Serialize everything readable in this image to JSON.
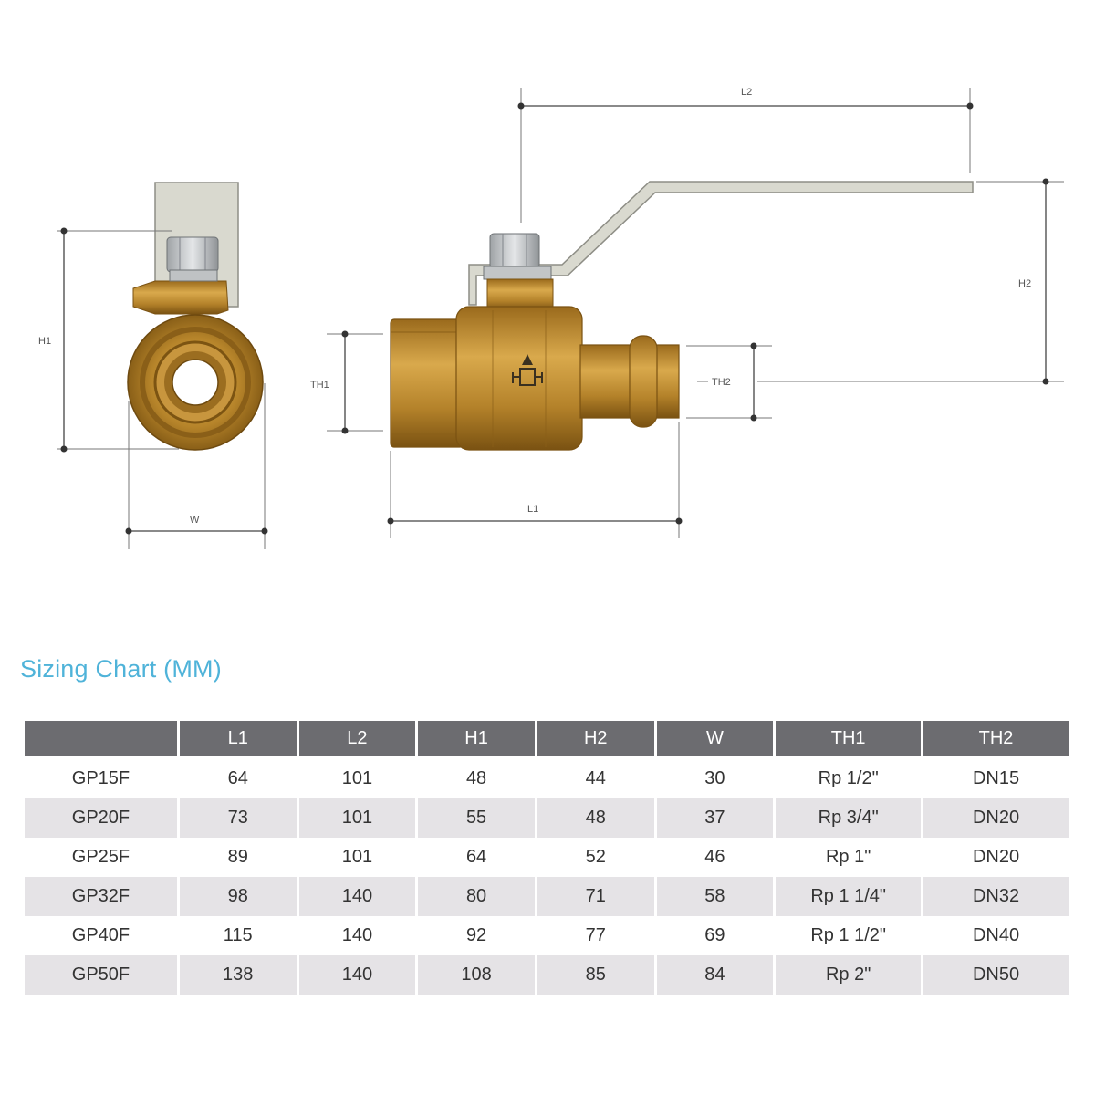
{
  "diagram": {
    "labels": {
      "h1": "H1",
      "w": "W",
      "th1": "TH1",
      "th2": "TH2",
      "l1": "L1",
      "l2": "L2",
      "h2": "H2"
    },
    "colors": {
      "brass": "#b6842a",
      "brass_dark": "#8a5f18",
      "brass_light": "#d6a64a",
      "handle": "#d9d9cf",
      "handle_stroke": "#8e8e86",
      "nut": "#c8cacc"
    }
  },
  "sizing_chart": {
    "title": "Sizing Chart (MM)",
    "columns": [
      "",
      "L1",
      "L2",
      "H1",
      "H2",
      "W",
      "TH1",
      "TH2"
    ],
    "rows": [
      [
        "GP15F",
        "64",
        "101",
        "48",
        "44",
        "30",
        "Rp 1/2\"",
        "DN15"
      ],
      [
        "GP20F",
        "73",
        "101",
        "55",
        "48",
        "37",
        "Rp 3/4\"",
        "DN20"
      ],
      [
        "GP25F",
        "89",
        "101",
        "64",
        "52",
        "46",
        "Rp 1\"",
        "DN20"
      ],
      [
        "GP32F",
        "98",
        "140",
        "80",
        "71",
        "58",
        "Rp 1 1/4\"",
        "DN32"
      ],
      [
        "GP40F",
        "115",
        "140",
        "92",
        "77",
        "69",
        "Rp 1 1/2\"",
        "DN40"
      ],
      [
        "GP50F",
        "138",
        "140",
        "108",
        "85",
        "84",
        "Rp 2\"",
        "DN50"
      ]
    ],
    "colors": {
      "title": "#4fb3d9",
      "header_bg": "#6c6c70",
      "stripe_bg": "#e5e3e6"
    }
  }
}
